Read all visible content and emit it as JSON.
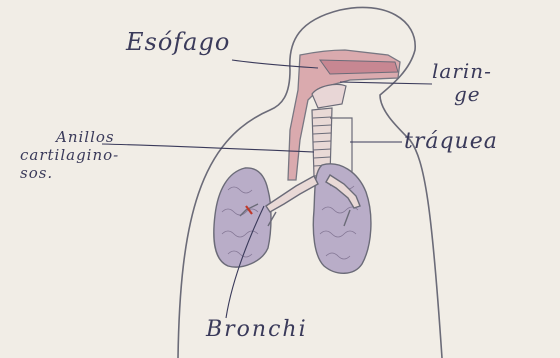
{
  "labels": {
    "esofago": "Esófago",
    "laringe_1": "larin-",
    "laringe_2": "ge",
    "traquea": "tráquea",
    "anillos_1": "Anillos",
    "anillos_2": "cartilagino-",
    "anillos_3": "sos.",
    "bronchi": "Bronchi"
  },
  "colors": {
    "paper": "#f1ede6",
    "ink": "#3a3a5a",
    "pencil": "#6b6b78",
    "lung_fill": "#b9adc8",
    "esophagus_fill": "#d8a3a8"
  }
}
